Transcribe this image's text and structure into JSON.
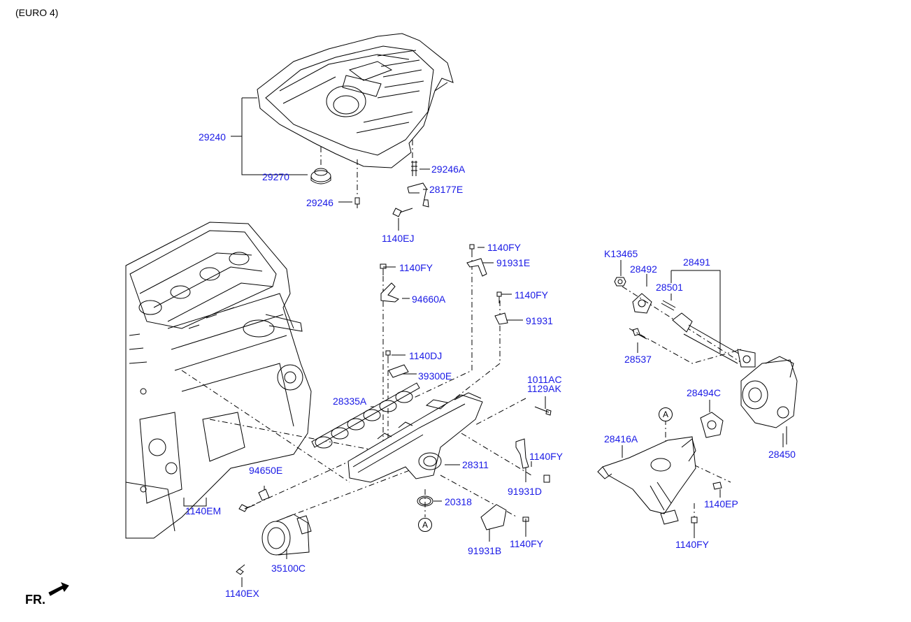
{
  "caption": "(EURO 4)",
  "front_indicator": "FR.",
  "reference_marker": "A",
  "colors": {
    "part_label": "#1a1ae6",
    "line": "#000000"
  },
  "parts": {
    "p29240": "29240",
    "p29270": "29270",
    "p29246A": "29246A",
    "p28177E": "28177E",
    "p29246": "29246",
    "p1140EJ": "1140EJ",
    "p1140FY_a": "1140FY",
    "p91931E": "91931E",
    "p1140FY_b": "1140FY",
    "p94660A": "94660A",
    "p1140FY_c": "1140FY",
    "p91931": "91931",
    "p1140DJ": "1140DJ",
    "p39300E": "39300E",
    "p28335A": "28335A",
    "p1011AC": "1011AC",
    "p1129AK": "1129AK",
    "p28311": "28311",
    "p1140FY_d": "1140FY",
    "p91931D": "91931D",
    "p94650E": "94650E",
    "p1140EM": "1140EM",
    "p20318": "20318",
    "p91931B": "91931B",
    "p1140FY_e": "1140FY",
    "p35100C": "35100C",
    "p1140EX": "1140EX",
    "pK13465": "K13465",
    "p28492": "28492",
    "p28491": "28491",
    "p28501": "28501",
    "p28537": "28537",
    "p28494C": "28494C",
    "p28416A": "28416A",
    "p28450": "28450",
    "p1140EP": "1140EP",
    "p1140FY_f": "1140FY"
  }
}
